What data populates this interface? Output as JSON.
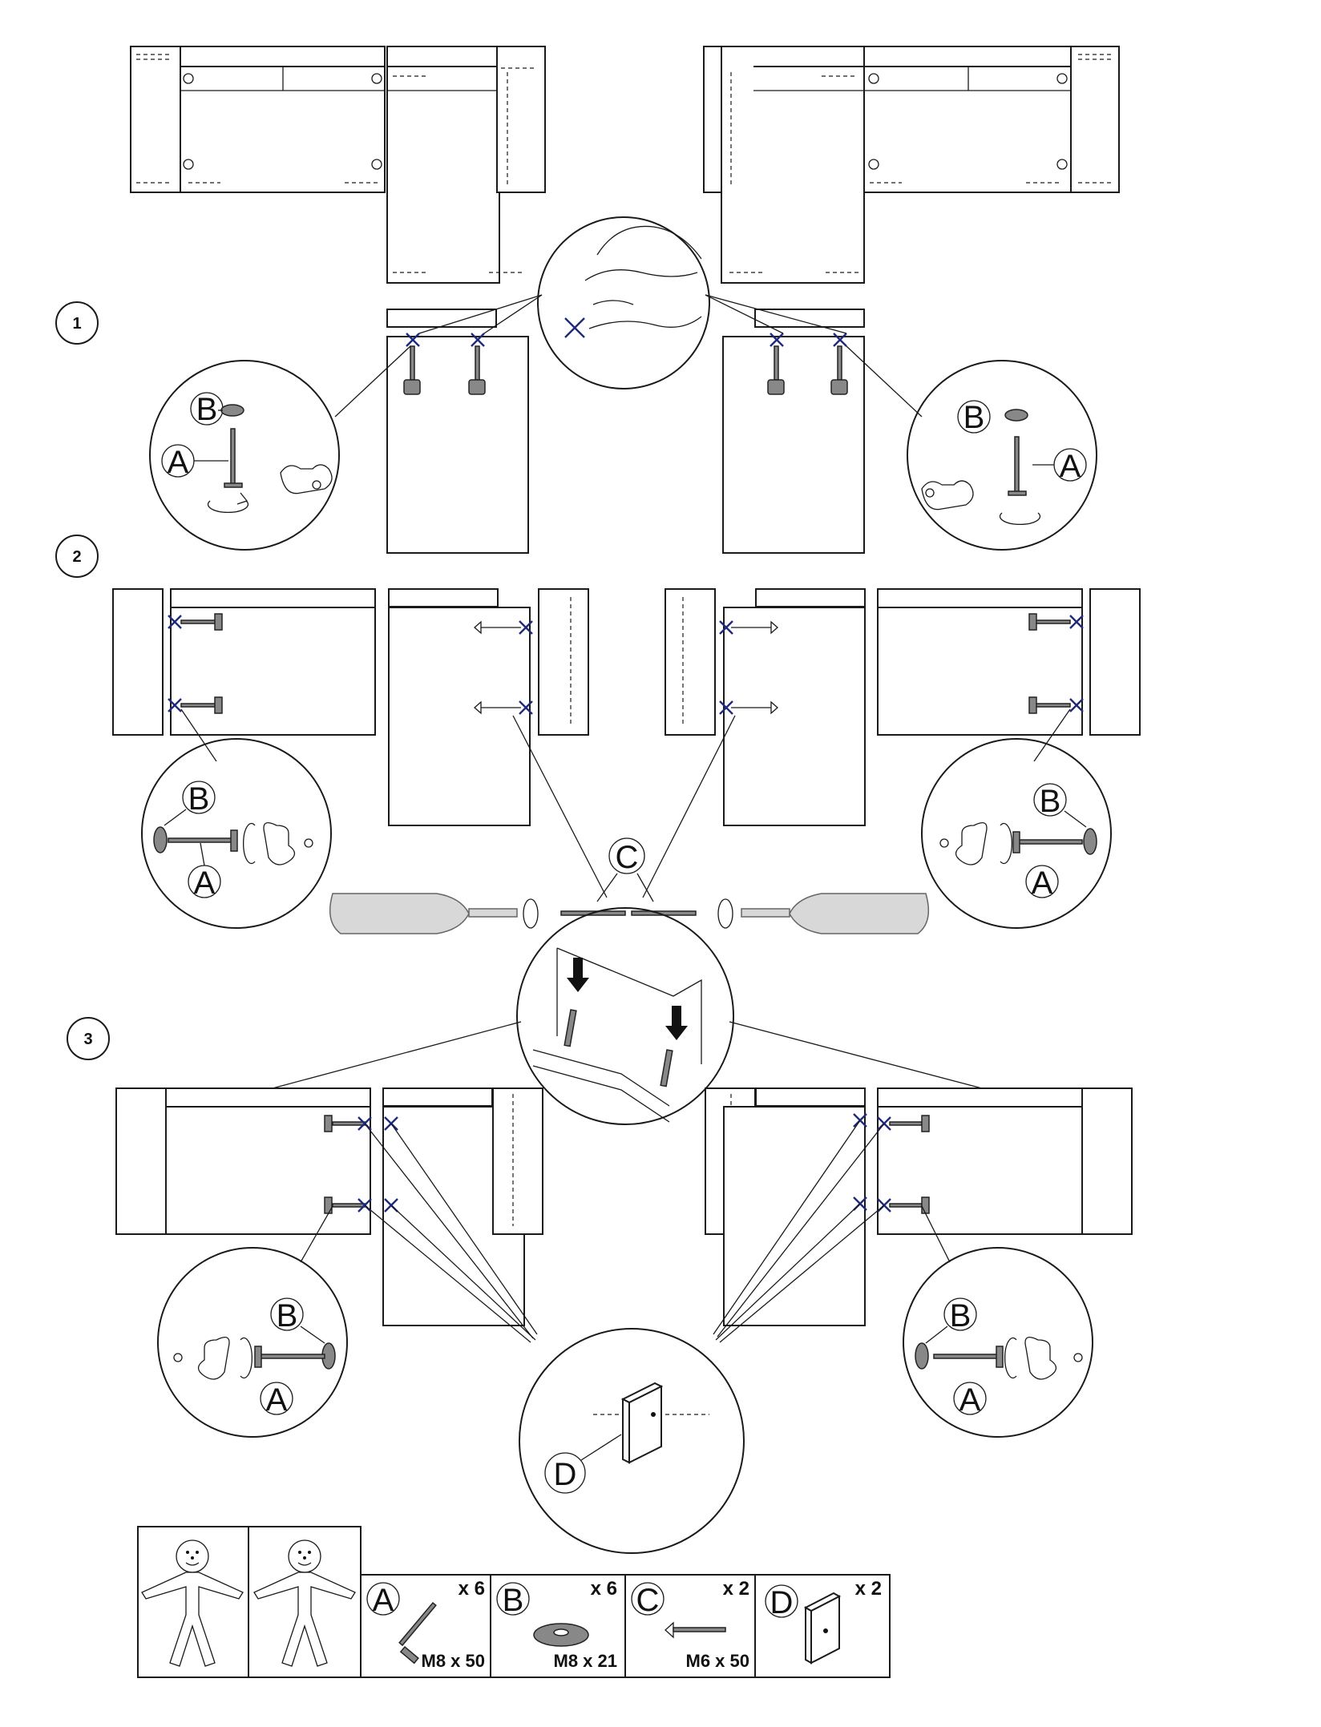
{
  "steps": [
    {
      "number": "1"
    },
    {
      "number": "2"
    },
    {
      "number": "3"
    }
  ],
  "callouts": {
    "A": "A",
    "B": "B",
    "C": "C",
    "D": "D"
  },
  "parts_list": [
    {
      "letter": "A",
      "qty": "x 6",
      "spec": "M8 x 50"
    },
    {
      "letter": "B",
      "qty": "x 6",
      "spec": "M8 x 21"
    },
    {
      "letter": "C",
      "qty": "x 2",
      "spec": "M6 x 50"
    },
    {
      "letter": "D",
      "qty": "x 2",
      "spec": ""
    }
  ],
  "people_required": 2,
  "icons": [
    "wrench-icon",
    "rotate-arrow-icon",
    "screwdriver-icon",
    "person-icon",
    "cross-mark-icon"
  ],
  "colors": {
    "line": "#1a1a1a",
    "cross_mark": "#1f2a7a"
  }
}
